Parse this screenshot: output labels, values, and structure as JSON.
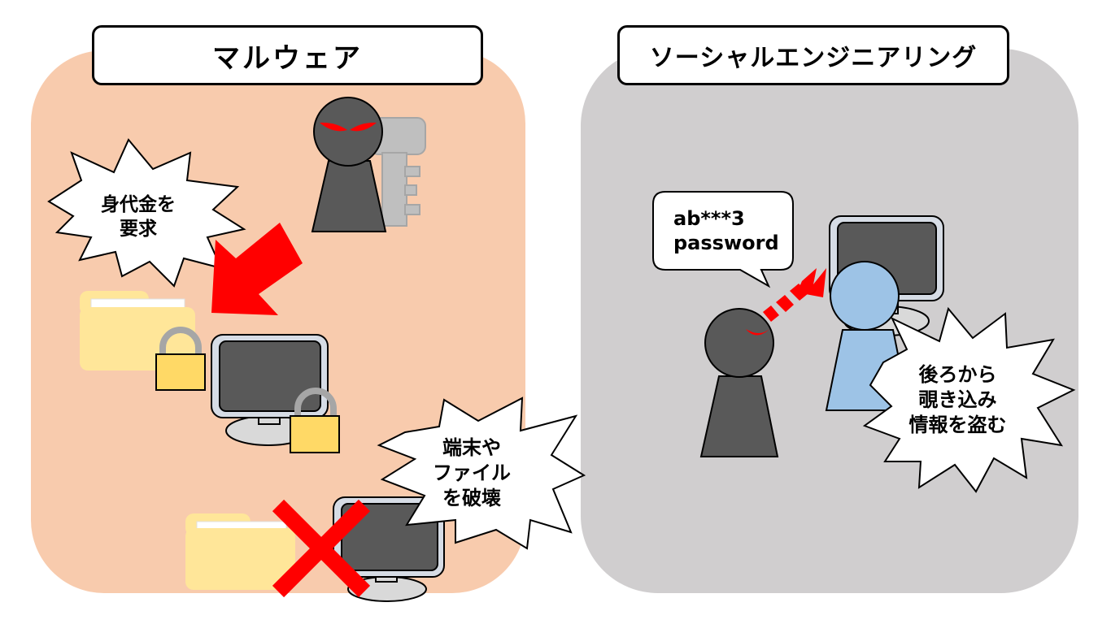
{
  "malware": {
    "title": "マルウェア",
    "ransom_callout": [
      "身代金を",
      "要求"
    ],
    "destroy_callout": [
      "端末や",
      "ファイル",
      "を破壊"
    ]
  },
  "social_engineering": {
    "title": "ソーシャルエンジニアリング",
    "speech_bubble": [
      "ab***3",
      "password"
    ],
    "peek_callout": [
      "後ろから",
      "覗き込み",
      "情報を盗む"
    ]
  },
  "colors": {
    "malware_panel": "#f8cbad",
    "social_panel": "#d0cecf",
    "attacker": "#595959",
    "victim": "#9dc3e6",
    "arrow": "#ff0000",
    "folder": "#ffe699",
    "lock": "#ffd966",
    "key": "#bfbfbf"
  },
  "icons": [
    "attacker-icon",
    "key-icon",
    "folder-icon",
    "lock-icon",
    "monitor-icon",
    "cross-icon",
    "victim-icon"
  ]
}
